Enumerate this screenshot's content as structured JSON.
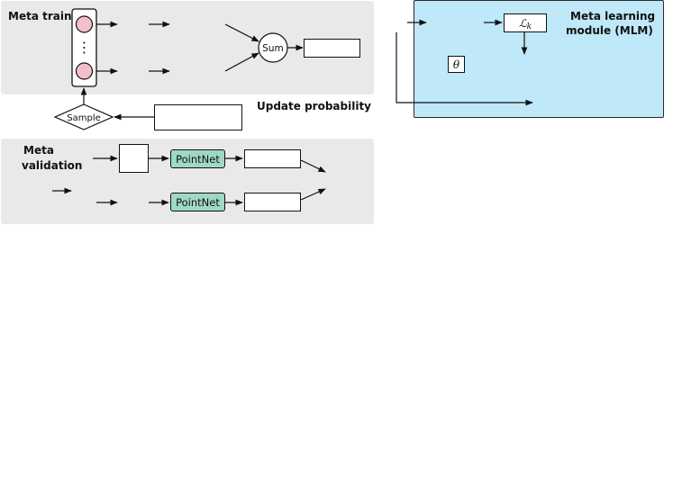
{
  "meta_train": {
    "label": "Meta train",
    "sum_label": "Sum",
    "dots": "⋮"
  },
  "sample": {
    "label": "Sample"
  },
  "update_probability": {
    "label": "Update probability"
  },
  "meta_validation": {
    "label_line1": "Meta",
    "label_line2": "validation"
  },
  "pointnet": {
    "top_label": "PointNet",
    "bottom_label": "PointNet"
  },
  "mlm": {
    "label_line1": "Meta learning",
    "label_line2": "module (MLM)",
    "loss_symbol": "ℒ",
    "loss_subscript": "k",
    "theta_symbol": "θ"
  },
  "colors": {
    "panel_gray": "#e9e9e9",
    "mlm_blue": "#bfe8f8",
    "pointnet_green": "#9fd8c4",
    "node_pink": "#f4bfcb"
  }
}
